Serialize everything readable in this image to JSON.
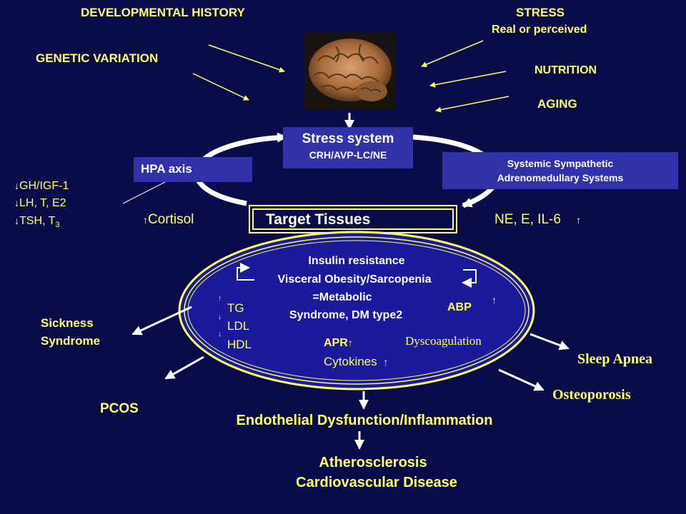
{
  "influences": {
    "developmental_history": "DEVELOPMENTAL HISTORY",
    "genetic_variation": "GENETIC VARIATION",
    "stress": "STRESS",
    "stress_sub": "Real or perceived",
    "nutrition": "NUTRITION",
    "aging": "AGING"
  },
  "stress_system": {
    "title": "Stress system",
    "subtitle": "CRH/AVP-LC/NE"
  },
  "hpa_axis": "HPA axis",
  "sympathetic": {
    "line1": "Systemic  Sympathetic",
    "line2": "Adrenomedullary  Systems"
  },
  "hormones": {
    "gh": "GH/IGF-1",
    "lh": "LH, T, E2",
    "tsh": "TSH, T",
    "tsh_sub": "3"
  },
  "cortisol": "Cortisol",
  "target_tissues": "Target Tissues",
  "ne_e_il6": "NE, E, IL-6",
  "metabolic": {
    "line1": "Insulin resistance",
    "line2": "Visceral Obesity/Sarcopenia",
    "line3": "=Metabolic",
    "line4": "Syndrome, DM type2"
  },
  "lipids": {
    "tg": "TG",
    "ldl": "LDL",
    "hdl": "HDL"
  },
  "abp": "ABP",
  "apr": "APR",
  "cytokines": "Cytokines",
  "dyscoagulation": "Dyscoagulation",
  "outcomes": {
    "sickness_line1": "Sickness",
    "sickness_line2": "Syndrome",
    "pcos": "PCOS",
    "sleep_apnea": "Sleep Apnea",
    "osteoporosis": "Osteoporosis",
    "endothelial": "Endothelial Dysfunction/Inflammation",
    "athero_line1": "Atherosclerosis",
    "athero_line2": "Cardiovascular Disease"
  },
  "colors": {
    "background": "#0a0c4a",
    "text_yellow": "#ffff66",
    "box_blue": "#3232a8",
    "ellipse_fill": "#1a1a9a"
  }
}
